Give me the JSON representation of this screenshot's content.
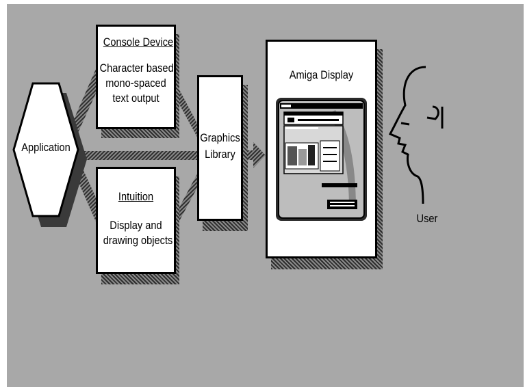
{
  "diagram": {
    "application_label": "Application",
    "console": {
      "title": "Console Device",
      "lines": [
        "Character based,",
        "mono-spaced",
        "text output"
      ]
    },
    "intuition": {
      "title": "Intuition",
      "lines": [
        "Display and",
        "drawing objects"
      ]
    },
    "graphics": {
      "lines": [
        "Graphics",
        "Library"
      ]
    },
    "display": {
      "title": "Amiga Display"
    },
    "user_label": "User"
  },
  "colors": {
    "background": "#a8a8a8",
    "box": "#ffffff",
    "line": "#000000",
    "shadow": "#3a3a3a"
  }
}
